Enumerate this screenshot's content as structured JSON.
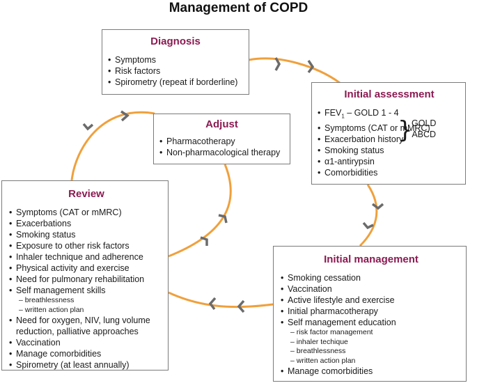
{
  "title": "Management of COPD",
  "colors": {
    "cycle": "#f0a03c",
    "arrow": "#6b6b6b",
    "heading": "#8b1a52",
    "border": "#7a7a7a"
  },
  "diagnosis": {
    "heading": "Diagnosis",
    "items": [
      "Symptoms",
      "Risk factors",
      "Spirometry (repeat if borderline)"
    ]
  },
  "assessment": {
    "heading": "Initial assessment",
    "fev_prefix": "FEV",
    "fev_sub": "1",
    "fev_suffix": " – GOLD 1 - 4",
    "items": [
      "Symptoms (CAT or mMRC)",
      "Exacerbation history",
      "Smoking status",
      "α1-antirypsin",
      "Comorbidities"
    ],
    "gold_label_1": "GOLD",
    "gold_label_2": "ABCD"
  },
  "adjust": {
    "heading": "Adjust",
    "items": [
      "Pharmacotherapy",
      "Non-pharmacological therapy"
    ]
  },
  "review": {
    "heading": "Review",
    "items": [
      "Symptoms (CAT or mMRC)",
      "Exacerbations",
      "Smoking status",
      "Exposure to other risk factors",
      "Inhaler technique and adherence",
      "Physical activity and exercise",
      "Need for pulmonary rehabilitation",
      "Self management skills"
    ],
    "sub_items": [
      "– breathlessness",
      "– written action plan"
    ],
    "oxygen_line1": "Need for oxygen, NIV, lung volume",
    "oxygen_line2": "reduction, palliative approaches",
    "tail_items": [
      "Vaccination",
      "Manage comorbidities",
      "Spirometry (at least annually)"
    ]
  },
  "management": {
    "heading": "Initial management",
    "items": [
      "Smoking cessation",
      "Vaccination",
      "Active lifestyle and exercise",
      "Initial pharmacotherapy",
      "Self management education"
    ],
    "sub_items": [
      "– risk factor management",
      "– inhaler techique",
      "– breathlessness",
      "– written action plan"
    ],
    "tail_items": [
      "Manage comorbidities"
    ]
  }
}
